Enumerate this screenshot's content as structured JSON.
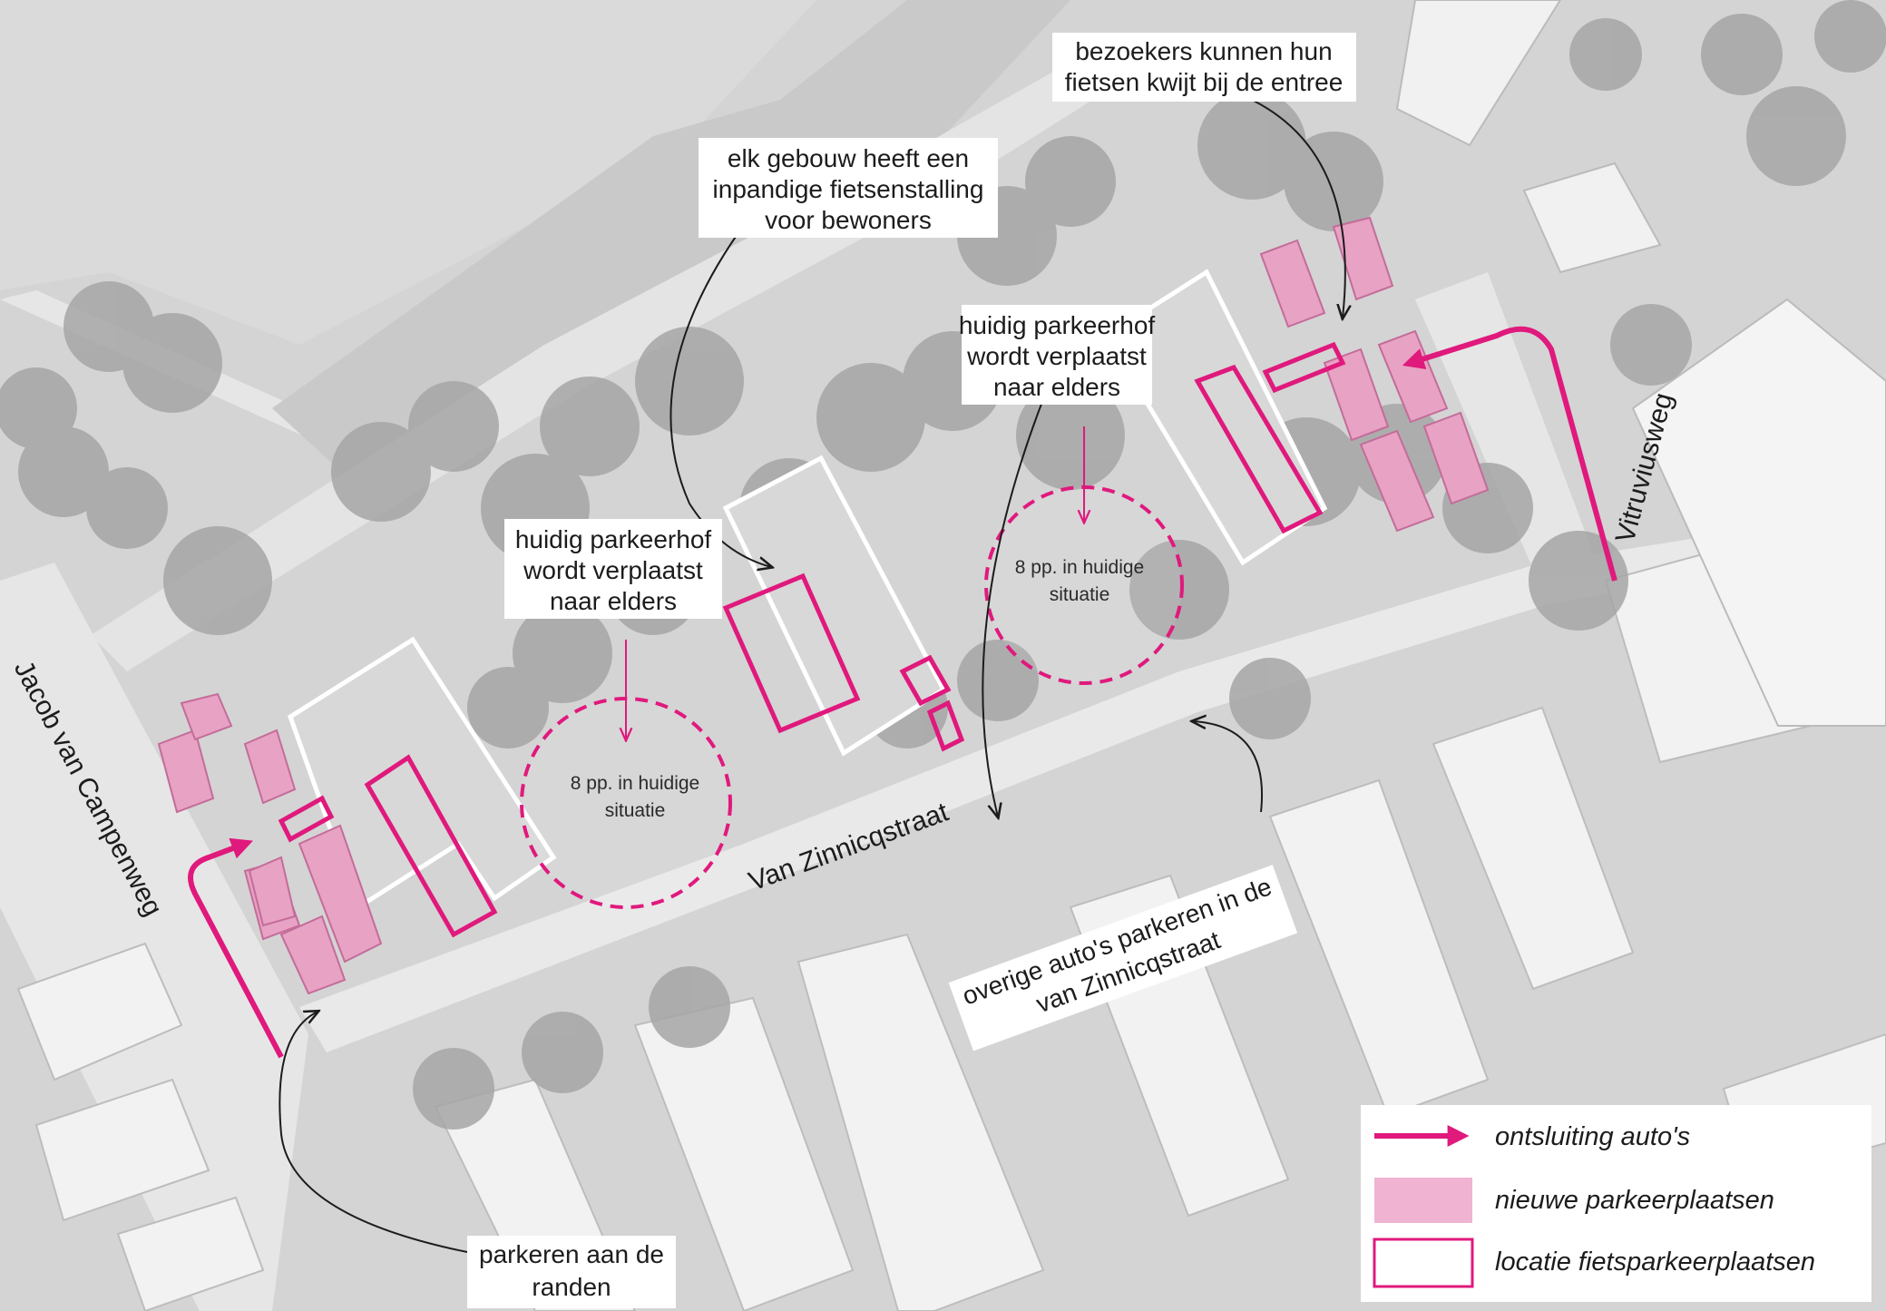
{
  "colors": {
    "accent": "#e0197d",
    "parking_fill": "#e7a2c4",
    "background": "#d4d4d4",
    "building": "#dedede",
    "tree": "#a9a9a9"
  },
  "streets": {
    "jacob_van_campenweg": "Jacob van Campenweg",
    "van_zinnicqstraat": "Van Zinnicqstraat",
    "vitruviusweg": "Vitruviusweg"
  },
  "callouts": {
    "fiets_bezoekers": [
      "bezoekers kunnen hun",
      "fietsen kwijt bij de entree"
    ],
    "fietsenstalling": [
      "elk gebouw heeft een",
      "inpandige fietsenstalling",
      "voor bewoners"
    ],
    "parkeerhof_left": [
      "huidig parkeerhof",
      "wordt verplaatst",
      "naar elders"
    ],
    "parkeerhof_right": [
      "huidig parkeerhof",
      "wordt verplaatst",
      "naar elders"
    ],
    "overige_autos": [
      "overige auto's parkeren in de",
      "van Zinnicqstraat"
    ],
    "parkeren_randen": [
      "parkeren aan de",
      "randen"
    ]
  },
  "circle_labels": {
    "left": [
      "8 pp. in huidige",
      "situatie"
    ],
    "right": [
      "8 pp. in huidige",
      "situatie"
    ]
  },
  "legend": {
    "items": [
      {
        "symbol": "arrow",
        "label": "ontsluiting auto's"
      },
      {
        "symbol": "pink-fill",
        "label": "nieuwe parkeerplaatsen"
      },
      {
        "symbol": "pink-outline",
        "label": "locatie fietsparkeerplaatsen"
      }
    ]
  }
}
